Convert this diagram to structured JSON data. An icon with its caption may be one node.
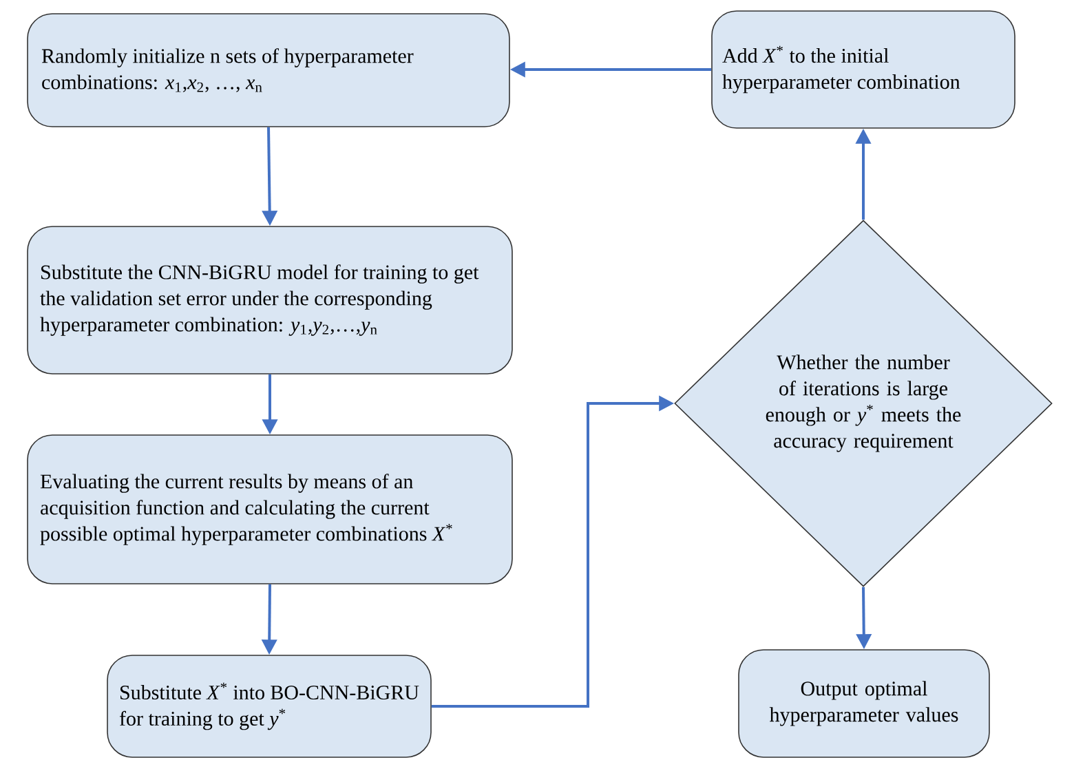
{
  "diagram": {
    "nodes": [
      {
        "text": [
          "Randomly initialize n sets of hyperparameter combinations: *x*$_{1}$,*x*$_{2}$, …, *x*$_{n}$"
        ]
      },
      {
        "text": [
          "Substitute the CNN-BiGRU model for training to get the validation set error under the corresponding hyperparameter combination: *y*$_{1}$,*y*$_{2}$,…,*y*$_{n}$"
        ]
      },
      {
        "text": [
          "Evaluating the current results by means of an acquisition function and calculating the current possible optimal hyperparameter combinations *X*$^{*}$"
        ]
      },
      {
        "text": [
          "Substitute *X*$^{*}$ into BO-CNN-BiGRU for training to get *y*$^{*}$"
        ]
      },
      {
        "text": [
          "Add *X*$^{*}$ to the initial hyperparameter combination"
        ]
      },
      {
        "text": [
          "Whether the number of iterations is large enough or *y*$^{*}$ meets the accuracy requirement"
        ]
      },
      {
        "text": [
          "Output optimal hyperparameter values"
        ]
      }
    ],
    "edges": [
      {
        "from": 0,
        "to": 1,
        "arrow": "to"
      },
      {
        "from": 1,
        "to": 2,
        "arrow": "to"
      },
      {
        "from": 2,
        "to": 3,
        "arrow": "to"
      },
      {
        "from": 3,
        "to": 5,
        "arrow": "to"
      },
      {
        "from": 5,
        "to": 4,
        "arrow": "to"
      },
      {
        "from": 4,
        "to": 0,
        "arrow": "to"
      },
      {
        "from": 5,
        "to": 6,
        "arrow": "to"
      }
    ]
  }
}
